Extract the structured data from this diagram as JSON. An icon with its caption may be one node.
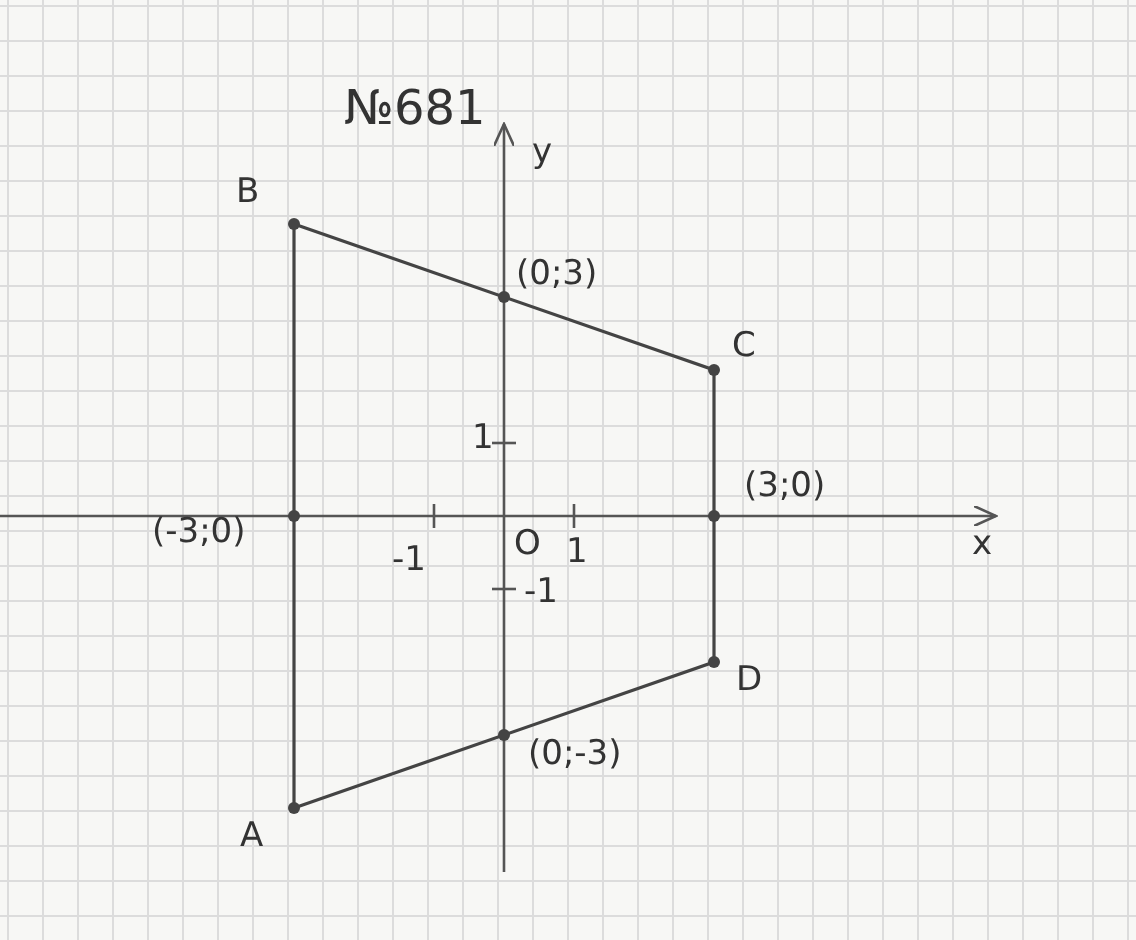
{
  "diagram": {
    "title": "№681",
    "labels": [
      "y",
      "B",
      "(0;3)",
      "C",
      "1",
      "(3;0)",
      "x",
      "(-3;0)",
      "O",
      "1",
      "-1",
      "-1",
      "D",
      "(0;-3)",
      "A"
    ]
  }
}
